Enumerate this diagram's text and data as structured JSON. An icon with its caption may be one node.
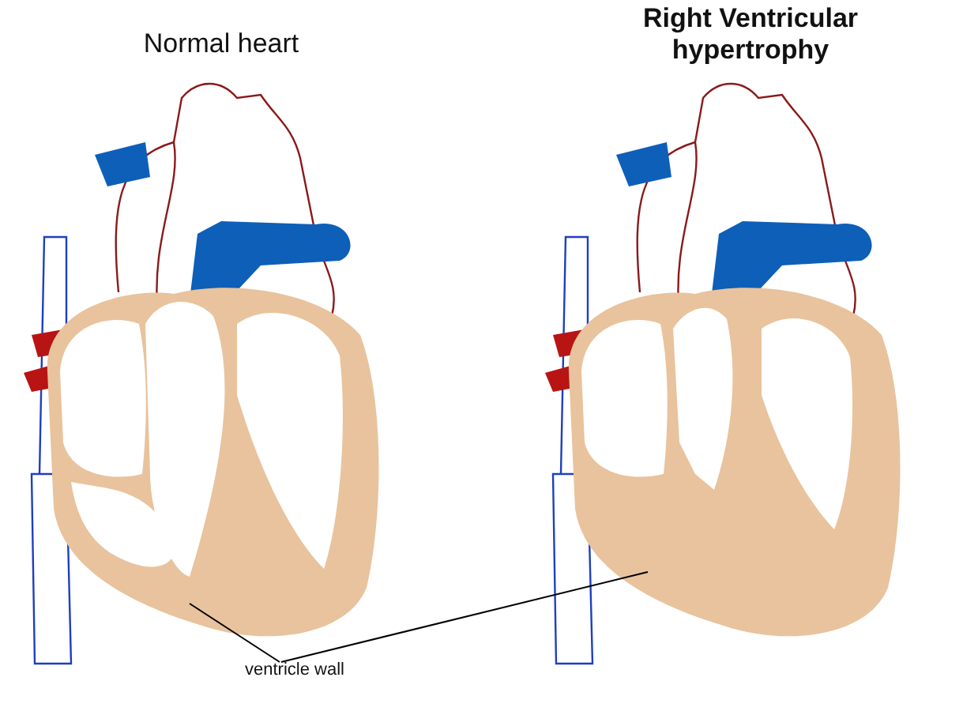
{
  "diagram": {
    "nodes": [
      {
        "text": [
          "ventricle wall"
        ]
      },
      {
        "text": [],
        "shape": "picture"
      },
      {
        "text": [],
        "shape": "picture"
      }
    ],
    "edges": [
      {
        "from": 0,
        "to": 1,
        "arrow": "none"
      },
      {
        "from": 0,
        "to": 2,
        "arrow": "none"
      }
    ],
    "labels": [
      "Normal heart",
      "Right Ventricular hypertrophy"
    ]
  }
}
